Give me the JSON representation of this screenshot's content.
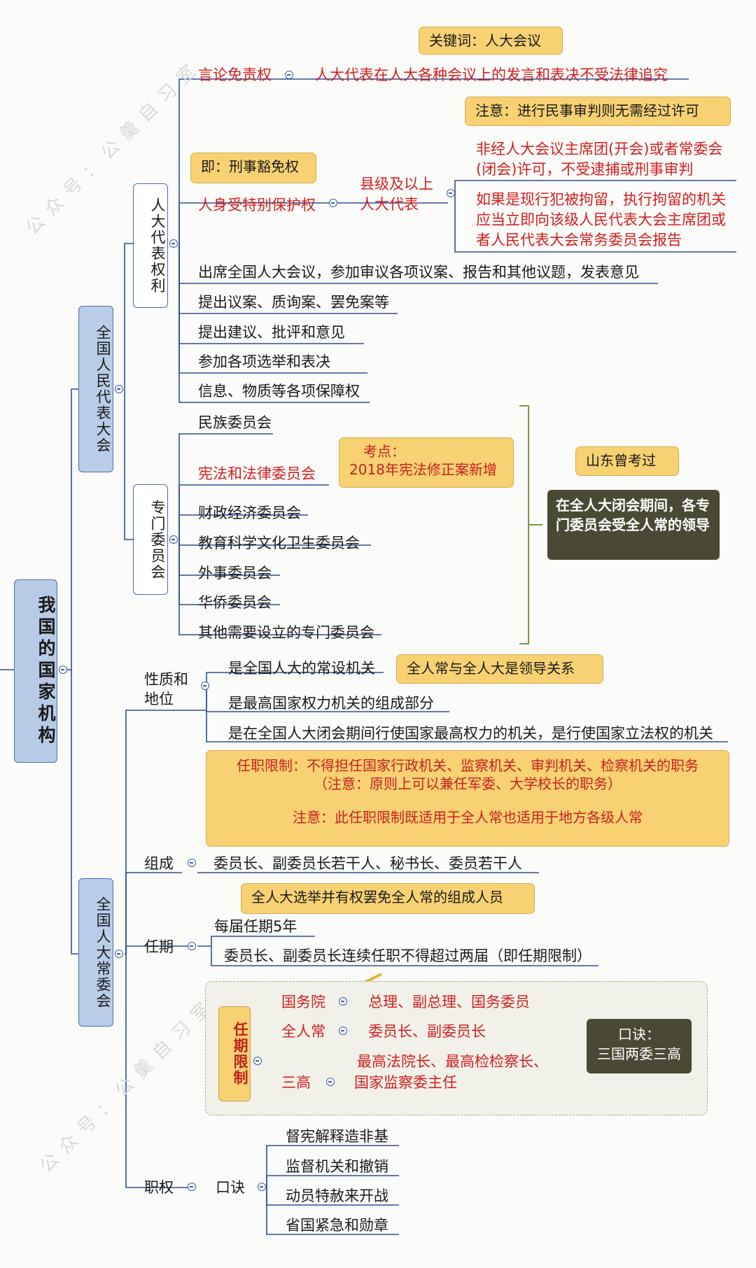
{
  "watermark": [
    "公众号：公羹自习室",
    "公众号：公羹自习室"
  ],
  "root": "我国的国家机构",
  "npc": {
    "label": "全国人民代表大会",
    "rights": {
      "label": "人大代表权利",
      "callout_keyword": "关键词：人大会议",
      "speech_label": "言论免责权",
      "speech_desc": "人大代表在人大各种会议上的发言和表决不受法律追究",
      "callout_civil": "注意：进行民事审判则无需经过许可",
      "callout_criminal": "即：刑事豁免权",
      "protect_label": "人身受特别保护权",
      "county_line1": "县级及以上",
      "county_line2": "人大代表",
      "protect_desc1": "非经人大会议主席团(开会)或者常委会",
      "protect_desc2": "(闭会)许可，不受逮捕或刑事审判",
      "protect_desc3": "如果是现行犯被拘留，执行拘留的机关",
      "protect_desc4": "应当立即向该级人民代表大会主席团或",
      "protect_desc5": "者人民代表大会常务委员会报告",
      "items": [
        "出席全国人大会议，参加审议各项议案、报告和其他议题，发表意见",
        "提出议案、质询案、罢免案等",
        "提出建议、批评和意见",
        "参加各项选举和表决",
        "信息、物质等各项保障权"
      ]
    },
    "committees": {
      "label": "专门委员会",
      "items": [
        "民族委员会",
        "宪法和法律委员会",
        "财政经济委员会",
        "教育科学文化卫生委员会",
        "外事委员会",
        "华侨委员会",
        "其他需要设立的专门委员会"
      ],
      "callout_exam1": "考点：",
      "callout_exam2": "2018年宪法修正案新增",
      "callout_shandong": "山东曾考过",
      "dark_note": "在全人大闭会期间，各专门委员会受全人常的领导"
    }
  },
  "npcsc": {
    "label": "全国人大常委会",
    "nature": {
      "label1": "性质和",
      "label2": "地位",
      "items": [
        "是全国人大的常设机关",
        "是最高国家权力机关的组成部分",
        "是在全国人大闭会期间行使国家最高权力的机关，是行使国家立法权的机关"
      ],
      "callout": "全人常与全人大是领导关系"
    },
    "restriction_callout": {
      "line1": "任职限制：不得担任国家行政机关、监察机关、审判机关、检察机关的职务",
      "line2": "（注意：原则上可以兼任军委、大学校长的职务）",
      "line3": "注意：此任职限制既适用于全人常也适用于地方各级人常"
    },
    "composition": {
      "label": "组成",
      "desc": "委员长、副委员长若干人、秘书长、委员若干人",
      "callout": "全人大选举并有权罢免全人常的组成人员"
    },
    "term": {
      "label": "任期",
      "items": [
        "每届任期5年",
        "委员长、副委员长连续任职不得超过两届（即任期限制）"
      ]
    },
    "term_limit": {
      "label": "任期限制",
      "rows": [
        {
          "k": "国务院",
          "v": "总理、副总理、国务委员"
        },
        {
          "k": "全人常",
          "v": "委员长、副委员长"
        },
        {
          "k": "三高",
          "v1": "最高法院长、最高检检察长、",
          "v2": "国家监察委主任"
        }
      ],
      "mnemonic1": "口诀：",
      "mnemonic2": "三国两委三高"
    },
    "powers": {
      "label": "职权",
      "sub": "口诀",
      "items": [
        "督宪解释造非基",
        "监督机关和撤销",
        "动员特赦来开战",
        "省国紧急和勋章"
      ]
    }
  }
}
